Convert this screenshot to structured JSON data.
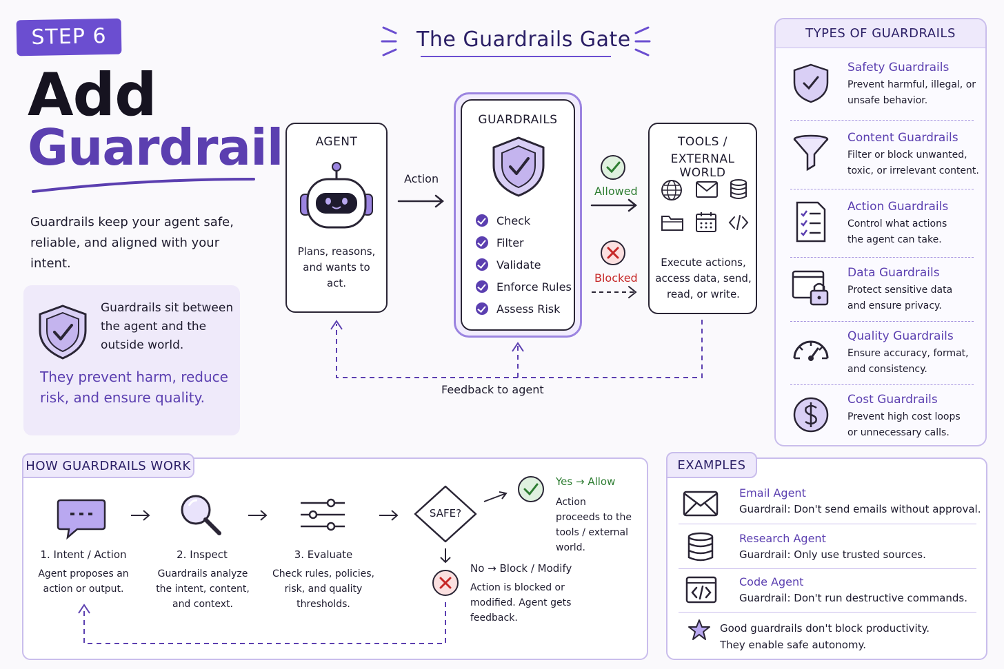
{
  "header": {
    "step": "STEP 6",
    "title_line1": "Add",
    "title_line2": "Guardrails",
    "intro": "Guardrails keep your agent safe, reliable, and aligned with your intent."
  },
  "callout": {
    "text": "Guardrails sit between the agent and the outside world.",
    "emphasis": "They prevent harm, reduce risk, and ensure quality."
  },
  "gate": {
    "title": "The Guardrails Gate",
    "agent": {
      "label": "AGENT",
      "desc": "Plans, reasons, and wants to act."
    },
    "action_label": "Action",
    "guardrails": {
      "label": "GUARDRAILS",
      "checks": [
        "Check",
        "Filter",
        "Validate",
        "Enforce Rules",
        "Assess Risk"
      ]
    },
    "allowed": "Allowed",
    "blocked": "Blocked",
    "tools": {
      "label_line1": "TOOLS /",
      "label_line2": "EXTERNAL WORLD",
      "desc": "Execute actions, access data, send, read, or write."
    },
    "feedback": "Feedback to agent"
  },
  "types": {
    "heading": "TYPES OF GUARDRAILS",
    "items": [
      {
        "title": "Safety Guardrails",
        "desc": "Prevent harmful, illegal, or unsafe behavior.",
        "icon": "shield-check-icon"
      },
      {
        "title": "Content Guardrails",
        "desc": "Filter or block unwanted, toxic, or irrelevant content.",
        "icon": "funnel-icon"
      },
      {
        "title": "Action Guardrails",
        "desc": "Control what actions the agent can take.",
        "icon": "checklist-icon"
      },
      {
        "title": "Data Guardrails",
        "desc": "Protect sensitive data and ensure privacy.",
        "icon": "locked-window-icon"
      },
      {
        "title": "Quality Guardrails",
        "desc": "Ensure accuracy, format, and consistency.",
        "icon": "gauge-icon"
      },
      {
        "title": "Cost Guardrails",
        "desc": "Prevent high cost loops or unnecessary calls.",
        "icon": "dollar-icon"
      }
    ]
  },
  "how": {
    "heading": "HOW GUARDRAILS WORK",
    "steps": [
      {
        "title": "1. Intent / Action",
        "desc": "Agent proposes an action or output."
      },
      {
        "title": "2. Inspect",
        "desc": "Guardrails analyze the intent, content, and context."
      },
      {
        "title": "3. Evaluate",
        "desc": "Check rules, policies, risk, and quality thresholds."
      }
    ],
    "decision": "SAFE?",
    "yes": {
      "title": "Yes → Allow",
      "desc": "Action proceeds to the tools / external world."
    },
    "no": {
      "title": "No → Block / Modify",
      "desc": "Action is blocked or modified. Agent gets feedback."
    }
  },
  "examples": {
    "heading": "EXAMPLES",
    "items": [
      {
        "title": "Email Agent",
        "label": "Guardrail:",
        "rule": "Don't send emails without approval."
      },
      {
        "title": "Research Agent",
        "label": "Guardrail:",
        "rule": "Only use trusted sources."
      },
      {
        "title": "Code Agent",
        "label": "Guardrail:",
        "rule": "Don't run destructive commands."
      }
    ],
    "footer": "Good guardrails don't block productivity. They enable safe autonomy."
  },
  "colors": {
    "accent": "#5b3fb0",
    "accent_light": "#eee9fb",
    "allowed": "#2e7d32",
    "blocked": "#c62828"
  }
}
